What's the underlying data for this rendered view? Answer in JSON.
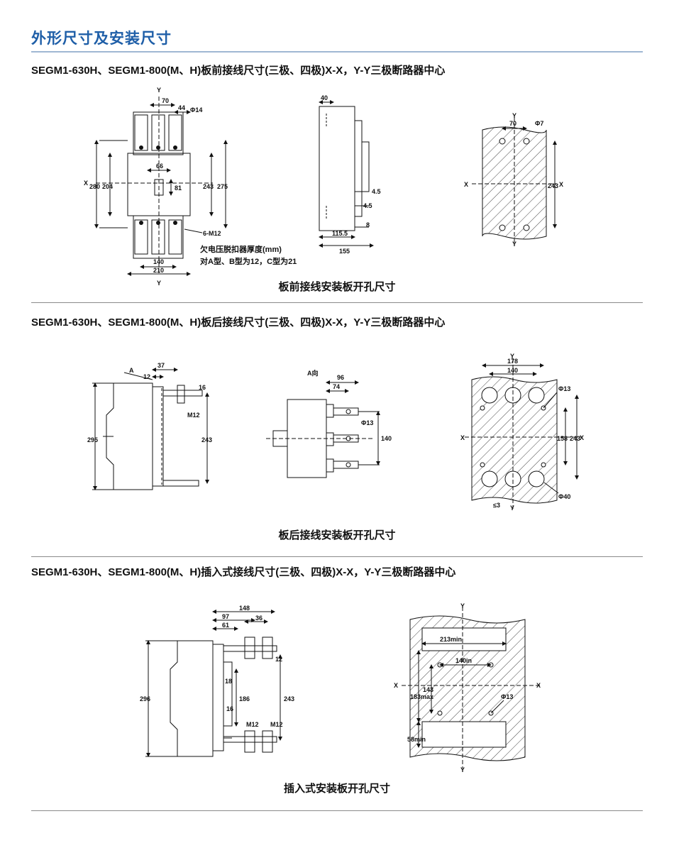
{
  "page": {
    "title": "外形尺寸及安装尺寸",
    "accent_color": "#1f5fa8"
  },
  "section1": {
    "heading": "SEGM1-630H、SEGM1-800(M、H)板前接线尺寸(三极、四极)X-X，Y-Y三极断路器中心",
    "caption": "板前接线安装板开孔尺寸",
    "note_line1": "欠电压脱扣器厚度(mm)",
    "note_line2": "对A型、B型为12，C型为21",
    "front": {
      "d_70": "70",
      "d_44": "44",
      "d_phi14": "Φ14",
      "d_66": "66",
      "d_81": "81",
      "d_204": "204",
      "d_280": "280",
      "d_243": "243",
      "d_275": "275",
      "d_m12": "6-M12",
      "d_140": "140",
      "d_210": "210",
      "y": "Y",
      "x": "X"
    },
    "side": {
      "d_40": "40",
      "d_4_5a": "4.5",
      "d_4_5b": "4.5",
      "d_8": "8",
      "d_115_5": "115.5",
      "d_155": "155"
    },
    "cut": {
      "y": "Y",
      "x": "X",
      "d_70": "70",
      "d_phi7": "Φ7",
      "d_243": "243"
    }
  },
  "section2": {
    "heading": "SEGM1-630H、SEGM1-800(M、H)板后接线尺寸(三极、四极)X-X，Y-Y三极断路器中心",
    "caption": "板后接线安装板开孔尺寸",
    "side": {
      "a": "A",
      "d_12": "12",
      "d_37": "37",
      "d_16": "16",
      "d_m12": "M12",
      "d_295": "295",
      "d_243": "243"
    },
    "view": {
      "a_dir": "A向",
      "d_96": "96",
      "d_74": "74",
      "d_phi13": "Φ13",
      "d_140": "140"
    },
    "cut": {
      "y": "Y",
      "x": "X",
      "d_178": "178",
      "d_140": "140",
      "d_phi13": "Φ13",
      "d_158": "158",
      "d_243": "243",
      "d_phi40": "Φ40",
      "d_le3": "≤3"
    }
  },
  "section3": {
    "heading": "SEGM1-630H、SEGM1-800(M、H)插入式接线尺寸(三极、四极)X-X，Y-Y三极断路器中心",
    "caption": "插入式安装板开孔尺寸",
    "side": {
      "d_148": "148",
      "d_97": "97",
      "d_61": "61",
      "d_36": "36",
      "d_12": "12",
      "d_18": "18",
      "d_186": "186",
      "d_296": "296",
      "d_243": "243",
      "d_16": "16",
      "d_m12a": "M12",
      "d_m12b": "M12"
    },
    "cut": {
      "y": "Y",
      "x": "X",
      "d_213min": "213min",
      "d_140in": "140in",
      "d_183max": "183max",
      "d_143": "143",
      "d_phi13": "Φ13",
      "d_58min": "58min"
    }
  }
}
